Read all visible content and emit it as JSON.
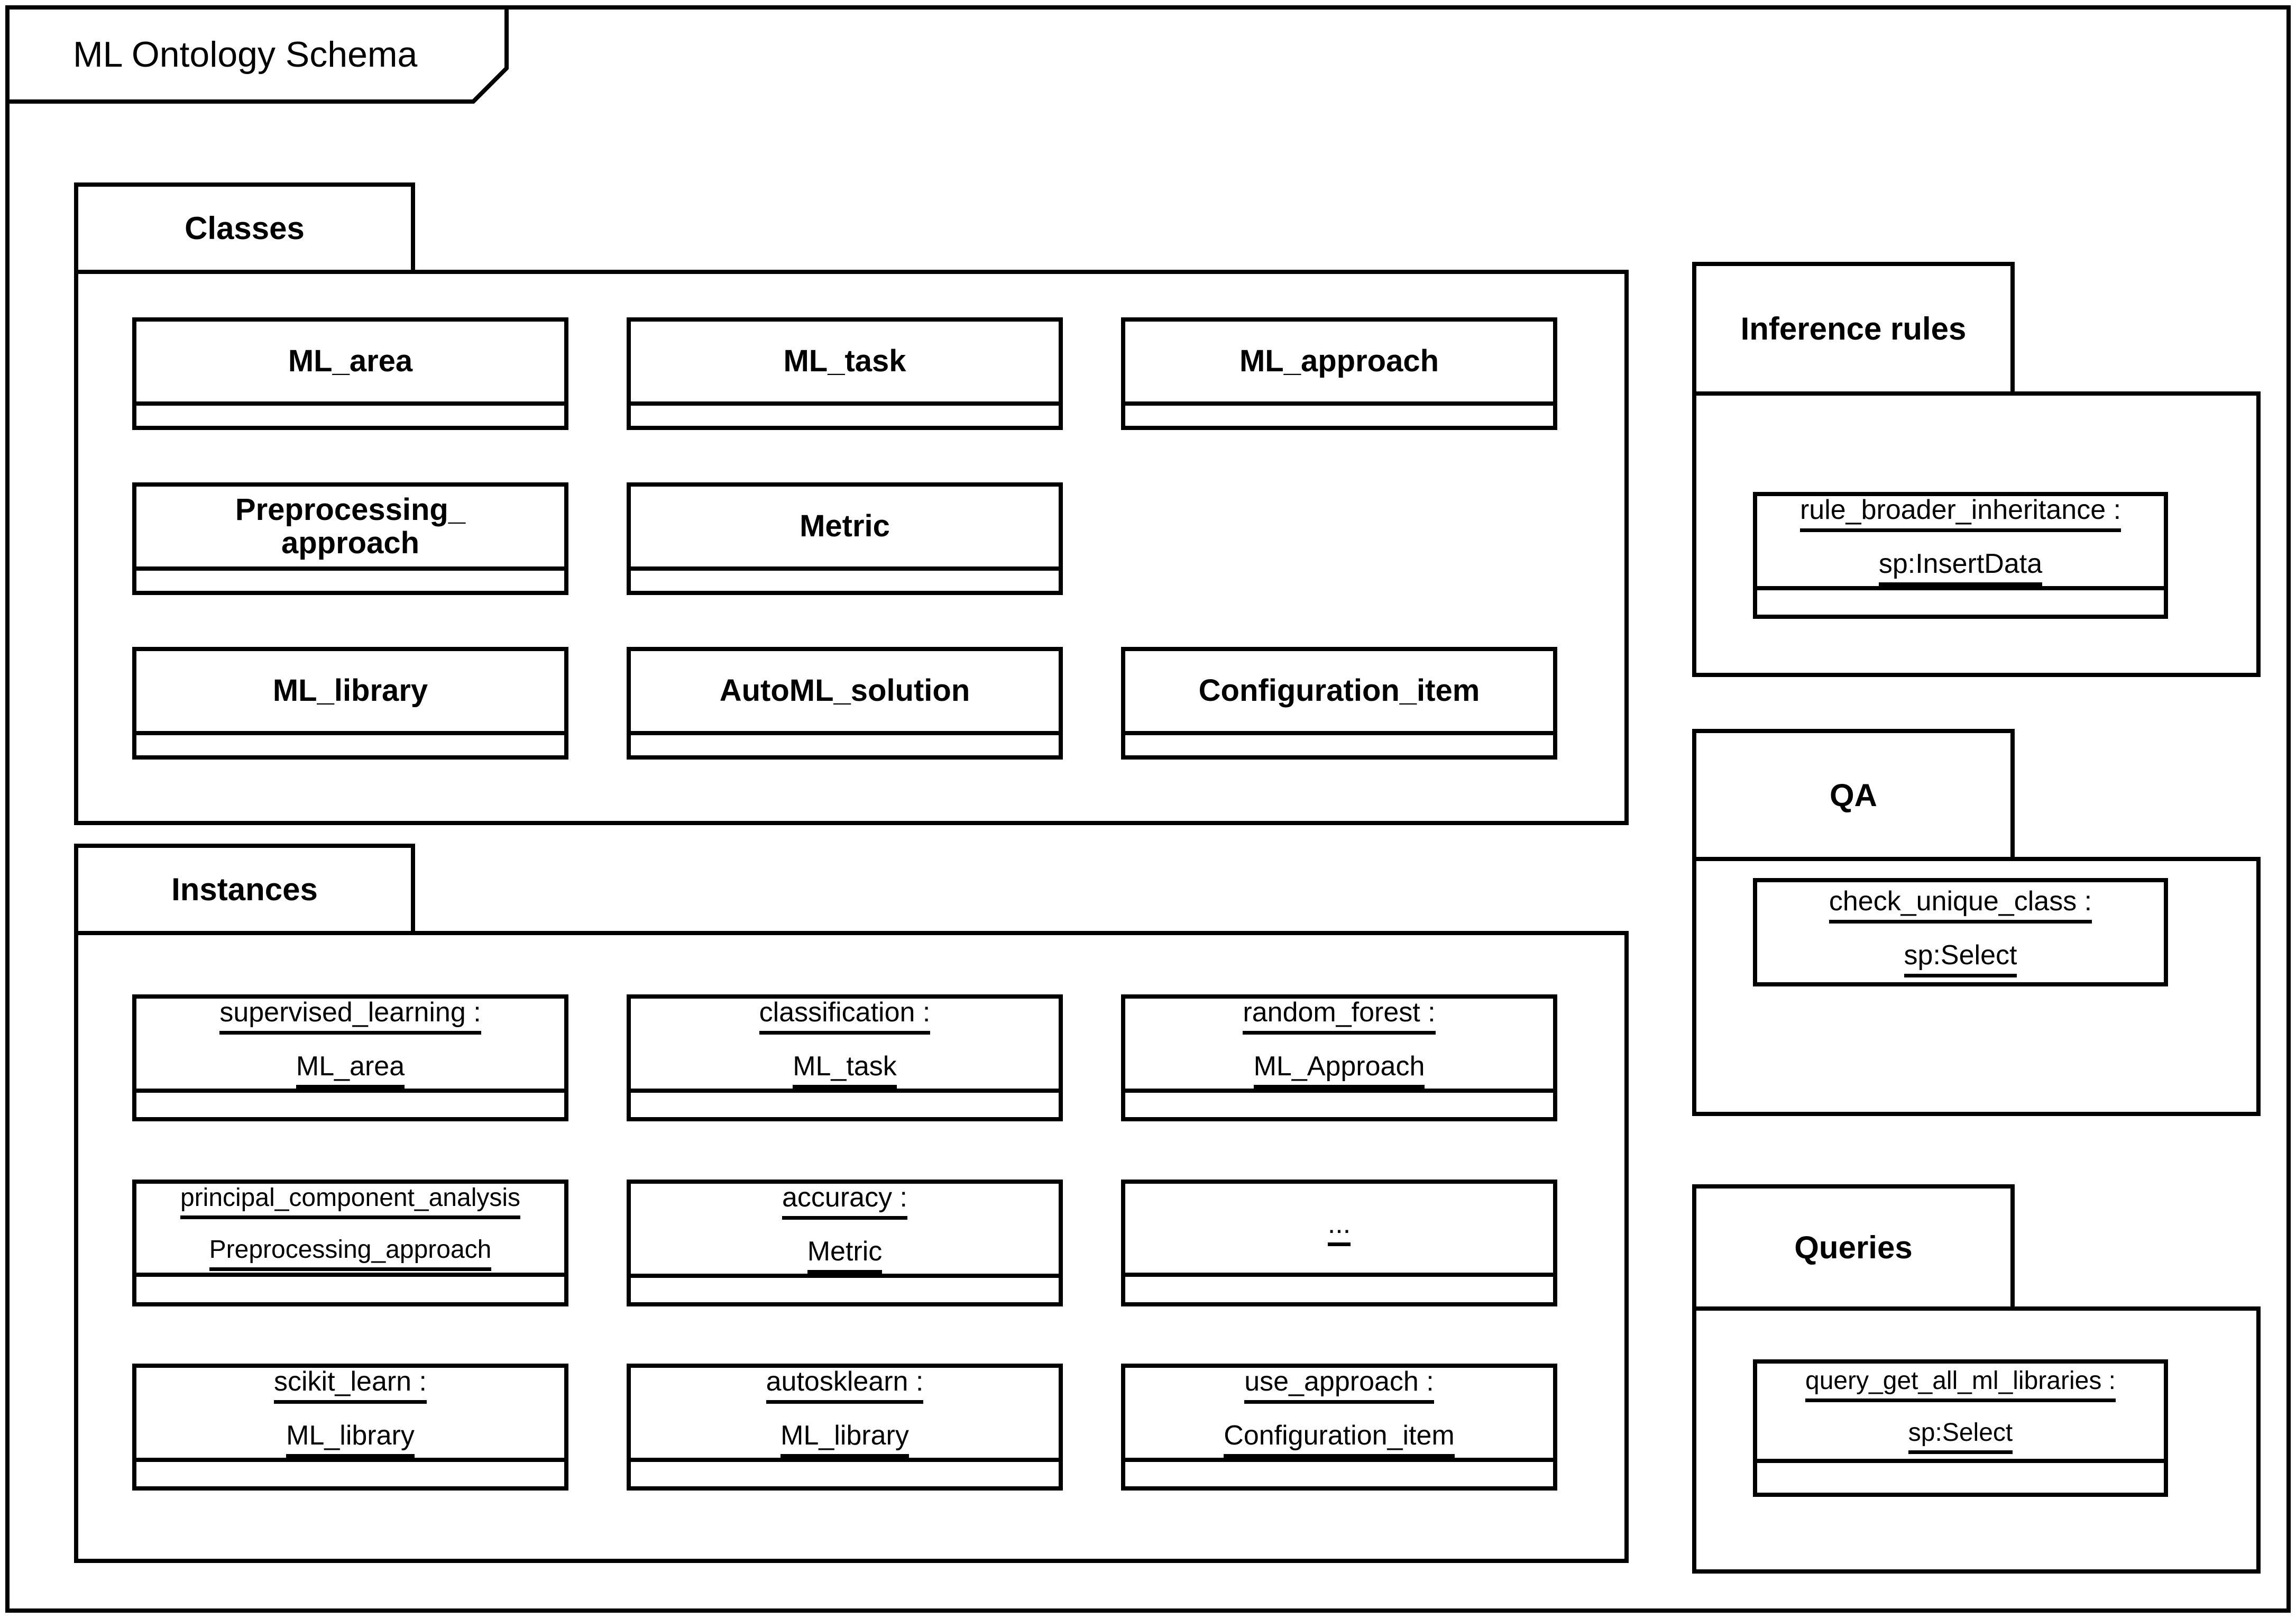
{
  "title": "ML Ontology Schema",
  "colors": {
    "line": "#000000",
    "background": "#ffffff"
  },
  "packages": {
    "classes": {
      "label": "Classes",
      "boxes": [
        {
          "lines": [
            "ML_area"
          ]
        },
        {
          "lines": [
            "ML_task"
          ]
        },
        {
          "lines": [
            "ML_approach"
          ]
        },
        {
          "lines": [
            "Preprocessing_",
            "approach"
          ]
        },
        {
          "lines": [
            "Metric"
          ]
        },
        {
          "lines": [
            "ML_library"
          ]
        },
        {
          "lines": [
            "AutoML_solution"
          ]
        },
        {
          "lines": [
            "Configuration_item"
          ]
        }
      ]
    },
    "instances": {
      "label": "Instances",
      "boxes": [
        {
          "lines": [
            "supervised_learning :",
            "ML_area"
          ]
        },
        {
          "lines": [
            "classification :",
            "ML_task"
          ]
        },
        {
          "lines": [
            "random_forest :",
            "ML_Approach"
          ]
        },
        {
          "lines": [
            "principal_component_analysis",
            "Preprocessing_approach"
          ]
        },
        {
          "lines": [
            "accuracy :",
            "Metric"
          ]
        },
        {
          "lines": [
            "..."
          ]
        },
        {
          "lines": [
            "scikit_learn :",
            "ML_library"
          ]
        },
        {
          "lines": [
            "autosklearn :",
            "ML_library"
          ]
        },
        {
          "lines": [
            "use_approach :",
            "Configuration_item"
          ]
        }
      ]
    },
    "inference_rules": {
      "label": "Inference rules",
      "boxes": [
        {
          "lines": [
            "rule_broader_inheritance :",
            "sp:InsertData"
          ]
        }
      ]
    },
    "qa": {
      "label": "QA",
      "boxes": [
        {
          "lines": [
            "check_unique_class :",
            "sp:Select"
          ]
        }
      ]
    },
    "queries": {
      "label": "Queries",
      "boxes": [
        {
          "lines": [
            "query_get_all_ml_libraries :",
            "sp:Select"
          ]
        }
      ]
    }
  }
}
